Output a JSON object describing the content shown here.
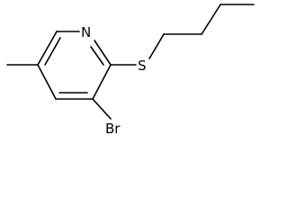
{
  "molecule": {
    "atoms": {
      "nitrogen": "N",
      "sulfur": "S",
      "bromine": "Br"
    }
  },
  "colors": {
    "bond": "#000000",
    "label": "#000000",
    "background": "#ffffff"
  }
}
